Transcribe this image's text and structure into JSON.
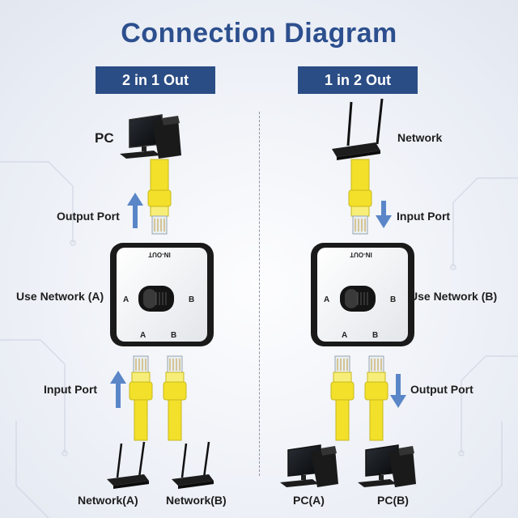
{
  "title": "Connection Diagram",
  "left": {
    "banner": "2 in 1 Out",
    "top_device": "PC",
    "top_port_label": "Output Port",
    "mode_label": "Use Network (A)",
    "bottom_port_label": "Input Port",
    "bottom_devices": [
      "Network(A)",
      "Network(B)"
    ],
    "switch": {
      "face_text": "IN-OUT",
      "side_a": "A",
      "side_b": "B",
      "bottom_a": "A",
      "bottom_b": "B"
    }
  },
  "right": {
    "banner": "1 in 2 Out",
    "top_device": "Network",
    "top_port_label": "Input Port",
    "mode_label": "Use Network (B)",
    "bottom_port_label": "Output Port",
    "bottom_devices": [
      "PC(A)",
      "PC(B)"
    ],
    "switch": {
      "face_text": "IN-OUT",
      "side_a": "A",
      "side_b": "B",
      "bottom_a": "A",
      "bottom_b": "B"
    }
  },
  "colors": {
    "title": "#2c4f8e",
    "banner": "#2b4d85",
    "cable": "#f2e02a",
    "arrow": "#5a86c8"
  },
  "icons": [
    "pc-icon",
    "router-icon",
    "switch-box-icon",
    "arrow-up-icon",
    "arrow-down-icon"
  ]
}
